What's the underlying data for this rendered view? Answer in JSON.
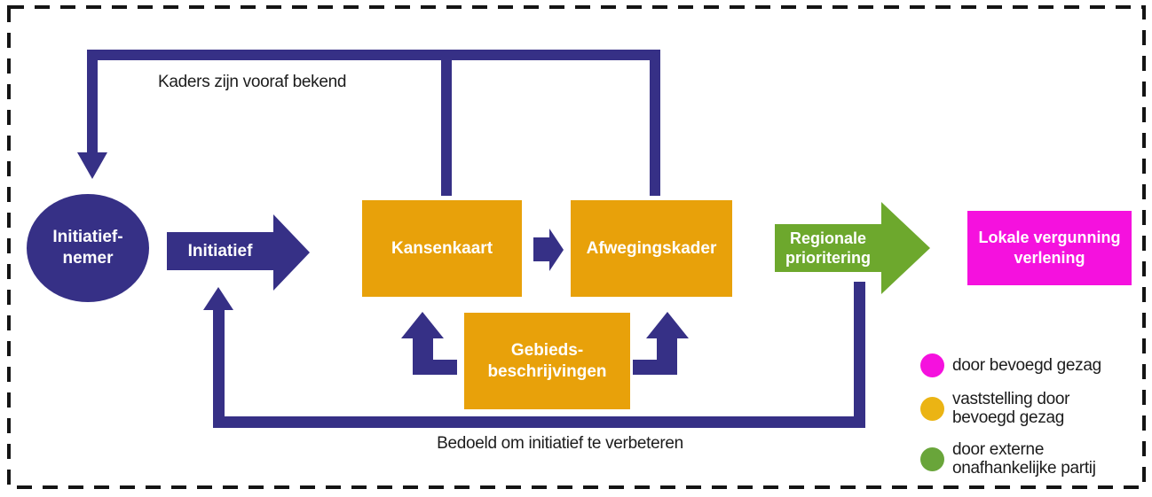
{
  "diagram": {
    "top_note": "Kaders zijn vooraf bekend",
    "bottom_note": "Bedoeld om initiatief te verbeteren",
    "initiator": {
      "line1": "Initiatief-",
      "line2": "nemer"
    },
    "initiative_label": "Initiatief",
    "kansenkaart": "Kansenkaart",
    "afwegingskader": "Afwegingskader",
    "gebieds": {
      "line1": "Gebieds-",
      "line2": "beschrijvingen"
    },
    "regional": {
      "line1": "Regionale",
      "line2": "prioritering"
    },
    "permit": {
      "line1": "Lokale vergunning",
      "line2": "verlening"
    }
  },
  "legend": {
    "items": [
      {
        "color": "#F511DE",
        "lines": [
          "door bevoegd gezag"
        ]
      },
      {
        "color": "#EBB414",
        "lines": [
          "vaststelling door",
          "bevoegd gezag"
        ]
      },
      {
        "color": "#69A53A",
        "lines": [
          "door externe",
          "onafhankelijke partij"
        ]
      }
    ]
  },
  "colors": {
    "blue": "#363086",
    "orange": "#E8A10A",
    "green": "#6DA82D",
    "magenta": "#F511DE",
    "border": "#141414"
  }
}
